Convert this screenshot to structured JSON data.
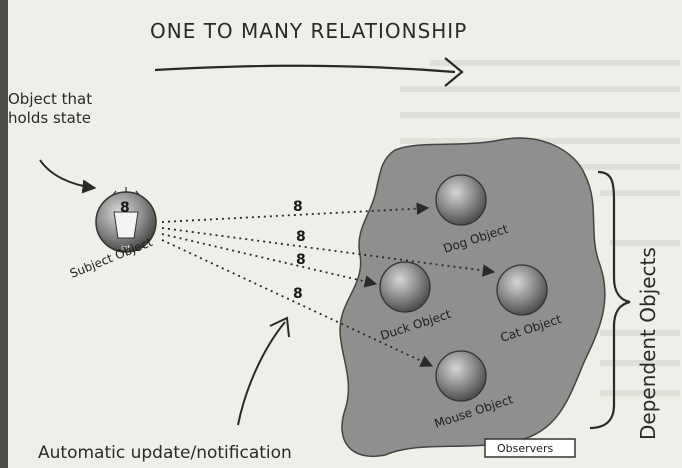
{
  "title": "ONE TO MANY RELATIONSHIP",
  "labels": {
    "object_holds_state_line1": "Object that",
    "object_holds_state_line2": "holds state",
    "subject": "Subject Object",
    "subject_badge_value": "8",
    "subject_badge_sub": "int",
    "auto_update": "Automatic update/notification",
    "dependents": "Dependent Objects",
    "observers": "Observers"
  },
  "observers": [
    {
      "label": "Dog Object"
    },
    {
      "label": "Cat Object"
    },
    {
      "label": "Duck Object"
    },
    {
      "label": "Mouse Object"
    }
  ],
  "notification_values": [
    "8",
    "8",
    "8",
    "8"
  ],
  "colors": {
    "page": "#efeee9",
    "blob": "#8f8f8f",
    "sphere": "#8a8a8a",
    "ink": "#2a2a2a"
  }
}
